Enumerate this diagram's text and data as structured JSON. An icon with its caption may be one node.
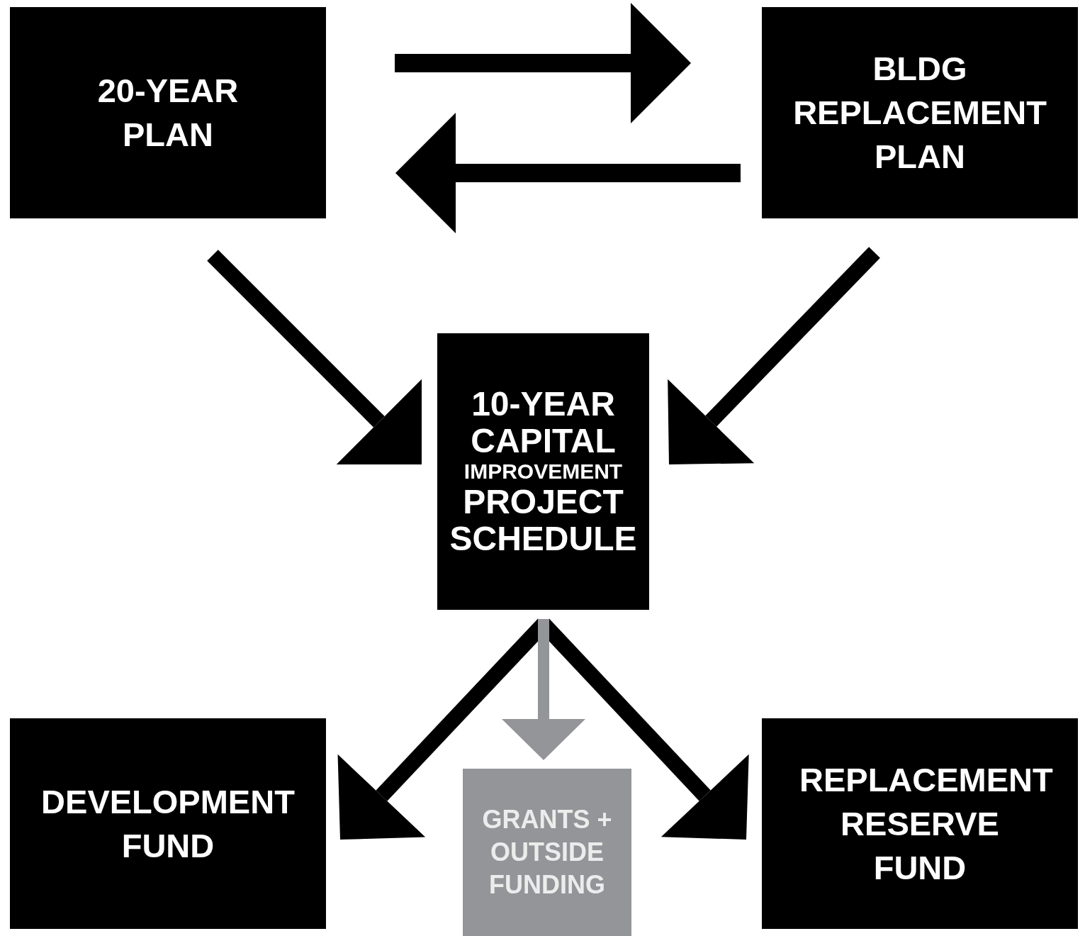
{
  "diagram": {
    "nodes": [
      {
        "text": [
          "20-YEAR PLAN"
        ]
      },
      {
        "text": [
          "BLDG REPLACEMENT PLAN"
        ]
      },
      {
        "text": [
          "10-YEAR CAPITAL",
          "IMPROVEMENT",
          "PROJECT SCHEDULE"
        ]
      },
      {
        "text": [
          "DEVELOPMENT FUND"
        ]
      },
      {
        "text": [
          "GRANTS + OUTSIDE FUNDING"
        ]
      },
      {
        "text": [
          "REPLACEMENT RESERVE FUND"
        ]
      }
    ],
    "edges": [
      {
        "from": 0,
        "to": 1,
        "arrow": "to"
      },
      {
        "from": 1,
        "to": 0,
        "arrow": "to"
      },
      {
        "from": 0,
        "to": 2,
        "arrow": "to"
      },
      {
        "from": 1,
        "to": 2,
        "arrow": "to"
      },
      {
        "from": 2,
        "to": 3,
        "arrow": "to"
      },
      {
        "from": 2,
        "to": 5,
        "arrow": "to"
      },
      {
        "from": 2,
        "to": 4,
        "arrow": "to",
        "color": "#939598"
      }
    ]
  }
}
